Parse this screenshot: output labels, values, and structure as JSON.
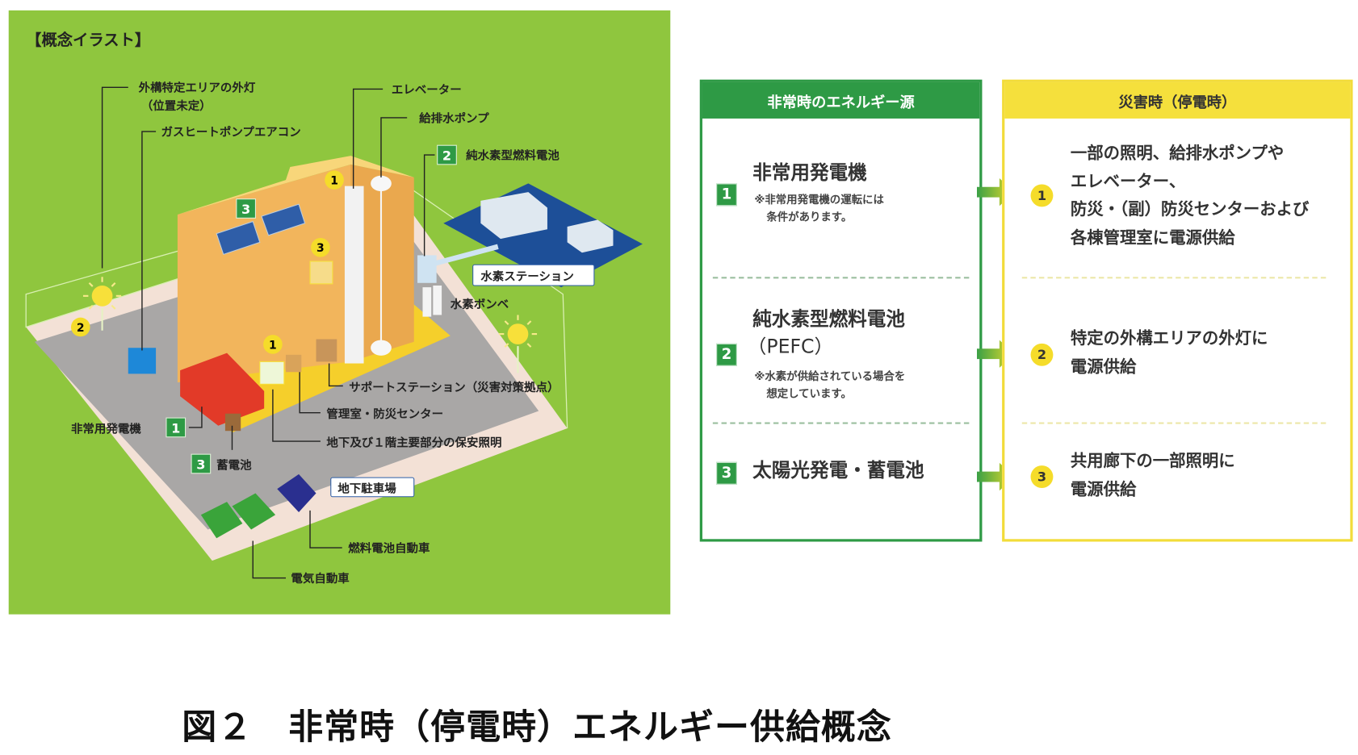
{
  "illustration": {
    "title": "【概念イラスト】",
    "labels": {
      "outdoor_light": "外構特定エリアの外灯",
      "outdoor_light_note": "（位置未定）",
      "ghp_aircon": "ガスヒートポンプエアコン",
      "elevator": "エレベーター",
      "pump": "給排水ポンプ",
      "fuel_cell": "純水素型燃料電池",
      "hydrogen_station": "水素ステーション",
      "hydrogen_cylinder": "水素ボンベ",
      "support_station": "サポートステーション（災害対策拠点）",
      "management_room": "管理室・防災センター",
      "emergency_lighting": "地下及び１階主要部分の保安照明",
      "generator": "非常用発電機",
      "battery": "蓄電池",
      "underground_parking": "地下駐車場",
      "fcv": "燃料電池自動車",
      "ev": "電気自動車"
    },
    "badges": {
      "one": "1",
      "two": "2",
      "three": "3"
    }
  },
  "sources_table": {
    "header": "非常時のエネルギー源",
    "rows": [
      {
        "num": "1",
        "title": "非常用発電機",
        "title2": "",
        "note1": "※非常用発電機の運転には",
        "note2": "条件があります。"
      },
      {
        "num": "2",
        "title": "純水素型燃料電池",
        "title2": "（PEFC）",
        "note1": "※水素が供給されている場合を",
        "note2": "想定しています。"
      },
      {
        "num": "3",
        "title": "太陽光発電・蓄電池",
        "title2": "",
        "note1": "",
        "note2": ""
      }
    ]
  },
  "disaster_table": {
    "header": "災害時（停電時）",
    "rows": [
      {
        "num": "1",
        "lines": [
          "一部の照明、給排水ポンプや",
          "エレベーター、",
          "防災・（副）防災センターおよび",
          "各棟管理室に電源供給"
        ]
      },
      {
        "num": "2",
        "lines": [
          "特定の外構エリアの外灯に",
          "電源供給"
        ]
      },
      {
        "num": "3",
        "lines": [
          "共用廊下の一部照明に",
          "電源供給"
        ]
      }
    ]
  },
  "caption": "図２　非常時（停電時）エネルギー供給概念",
  "colors": {
    "panel_green": "#8fc63e",
    "table_green": "#2e9a45",
    "table_yellow": "#f5e03c",
    "building": "#f2b55c",
    "generator_red": "#e23a28"
  }
}
